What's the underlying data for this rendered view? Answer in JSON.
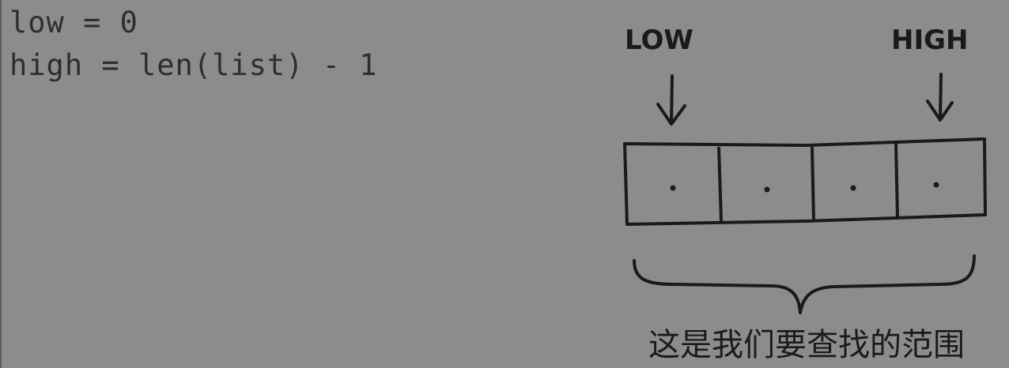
{
  "code": {
    "line1": "low = 0",
    "line2": "high = len(list) - 1"
  },
  "diagram": {
    "low_label": "LOW",
    "high_label": "HIGH",
    "caption": "这是我们要查找的范围",
    "cell_count": 4
  },
  "colors": {
    "background": "#8c8c8c",
    "code_text": "#2e2e2e",
    "ink": "#1a1a1a"
  }
}
